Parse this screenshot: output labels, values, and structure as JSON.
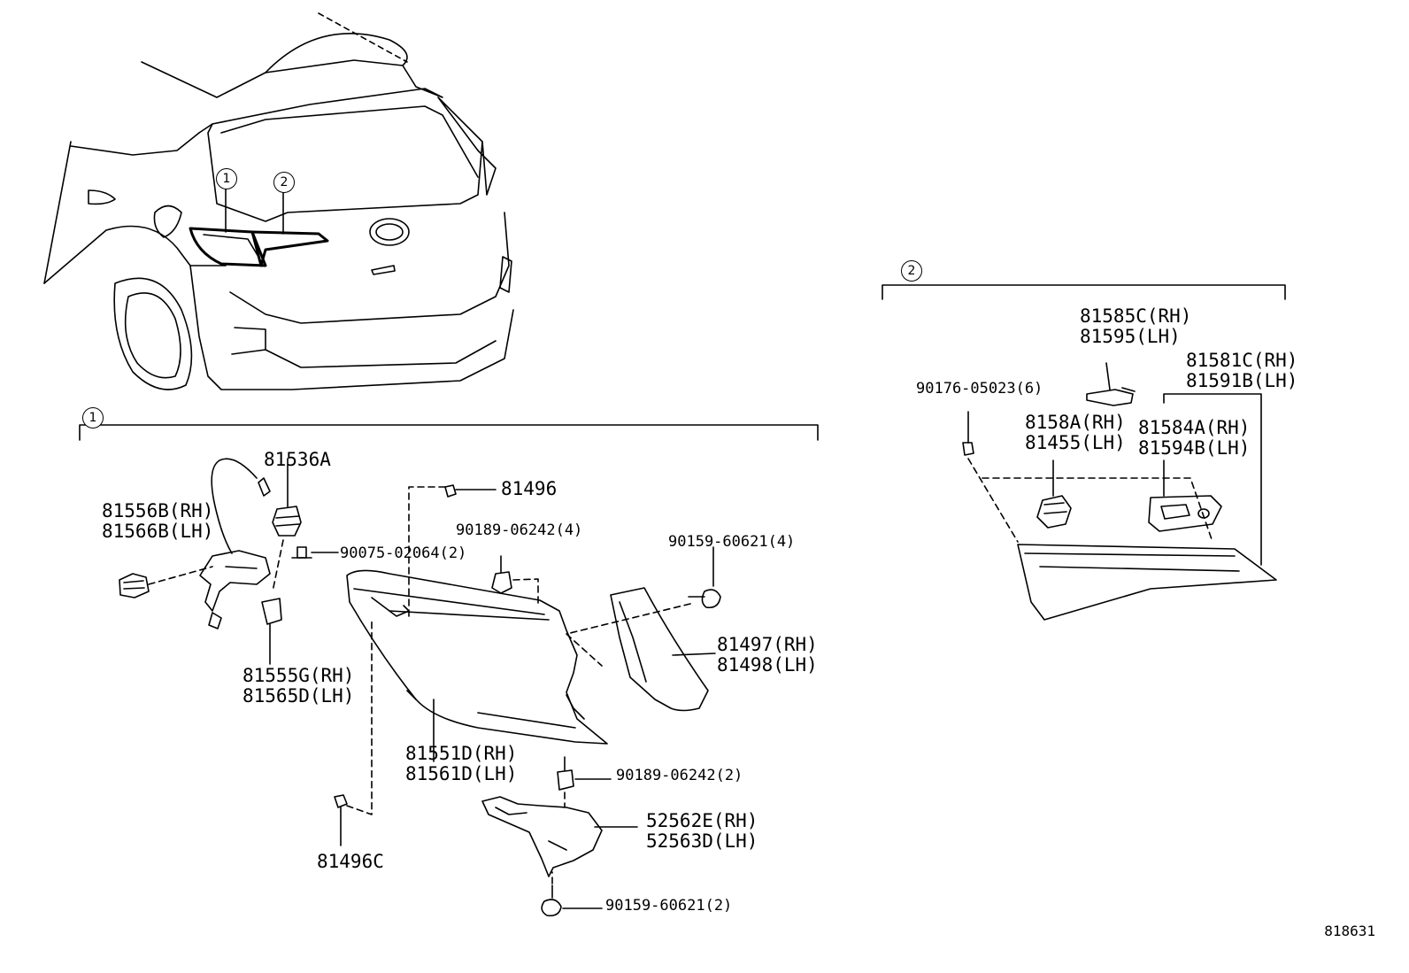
{
  "figure_number": "818631",
  "callouts": {
    "c1": "1",
    "c2": "2"
  },
  "parts": {
    "p81536A": "81536A",
    "p81556B": "81556B(RH)\n81566B(LH)",
    "p90075": "90075-02064(2)",
    "p81555G": "81555G(RH)\n81565D(LH)",
    "p81496": "81496",
    "p90189a": "90189-06242(4)",
    "p90159a": "90159-60621(4)",
    "p81497": "81497(RH)\n81498(LH)",
    "p81551D": "81551D(RH)\n81561D(LH)",
    "p90189b": "90189-06242(2)",
    "p52562E": "52562E(RH)\n52563D(LH)",
    "p90159b": "90159-60621(2)",
    "p81496C": "81496C",
    "p81585C": "81585C(RH)\n81595(LH)",
    "p81581C": "81581C(RH)\n81591B(LH)",
    "p90176": "90176-05023(6)",
    "p8158A": "8158A(RH)\n81455(LH)",
    "p81584A": "81584A(RH)\n81594B(LH)"
  }
}
